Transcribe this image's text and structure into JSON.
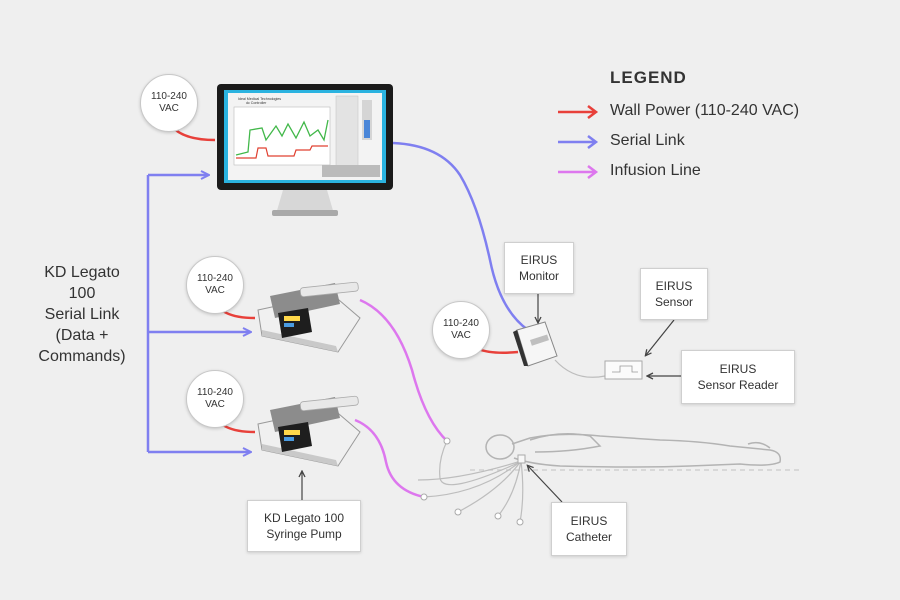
{
  "legend": {
    "title": "LEGEND",
    "items": [
      {
        "label": "Wall Power (110-240 VAC)",
        "color": "#e8403a"
      },
      {
        "label": "Serial Link",
        "color": "#7f7ff0"
      },
      {
        "label": "Infusion Line",
        "color": "#dd77ee"
      }
    ]
  },
  "serial_link_label": "KD Legato\n100\nSerial Link\n(Data +\nCommands)",
  "power_sources": {
    "computer": "110-240\nVAC",
    "pump1": "110-240\nVAC",
    "pump2": "110-240\nVAC",
    "monitor": "110-240\nVAC"
  },
  "labels": {
    "eirus_monitor": "EIRUS\nMonitor",
    "eirus_sensor": "EIRUS\nSensor",
    "eirus_sensor_reader": "EIRUS\nSensor Reader",
    "eirus_catheter": "EIRUS\nCatheter",
    "syringe_pump": "KD Legato 100\nSyringe Pump"
  },
  "screen": {
    "title_line1": "Ideal Medical Technologies",
    "title_line2": "dc Controller"
  },
  "colors": {
    "background": "#efefef",
    "power": "#e8403a",
    "serial": "#7f7ff0",
    "infusion": "#dd77ee"
  }
}
